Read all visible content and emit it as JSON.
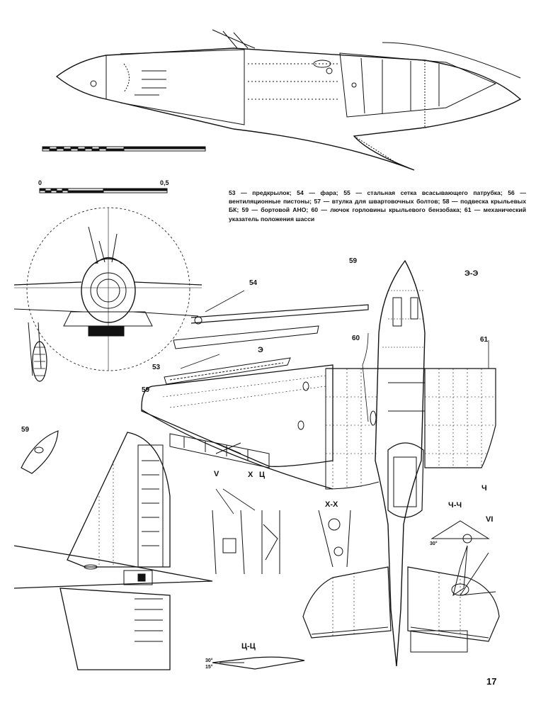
{
  "scale": {
    "start": "0",
    "end": "0,5"
  },
  "caption": "53 — предкрылок; 54 — фара; 55 — стальная сетка всасывающего патрубка; 56 — вентиляционные пистоны; 57 — втулка для швартовочных болтов; 58 — подвеска крыльевых БК; 59 — бортовой АНО; 60 — лючок горловины крыльевого бензобака; 61 — механический указатель положения шасси",
  "callouts": {
    "c59_top": "59",
    "c54": "54",
    "c53": "53",
    "c59_wing": "59",
    "c59_detail": "59",
    "c60": "60",
    "c61": "61"
  },
  "sections": {
    "e_e": "Э-Э",
    "e_mark": "Э",
    "v_mark": "V",
    "x_mark": "Х",
    "ts_mark": "Ц",
    "x_x": "Х-Х",
    "ch_mark": "Ч",
    "ch_ch": "Ч-Ч",
    "vi_mark": "VI",
    "ts_ts": "Ц-Ц",
    "angle_30": "30°",
    "angle_30b": "30°",
    "angle_15": "15°"
  },
  "page_number": "17"
}
